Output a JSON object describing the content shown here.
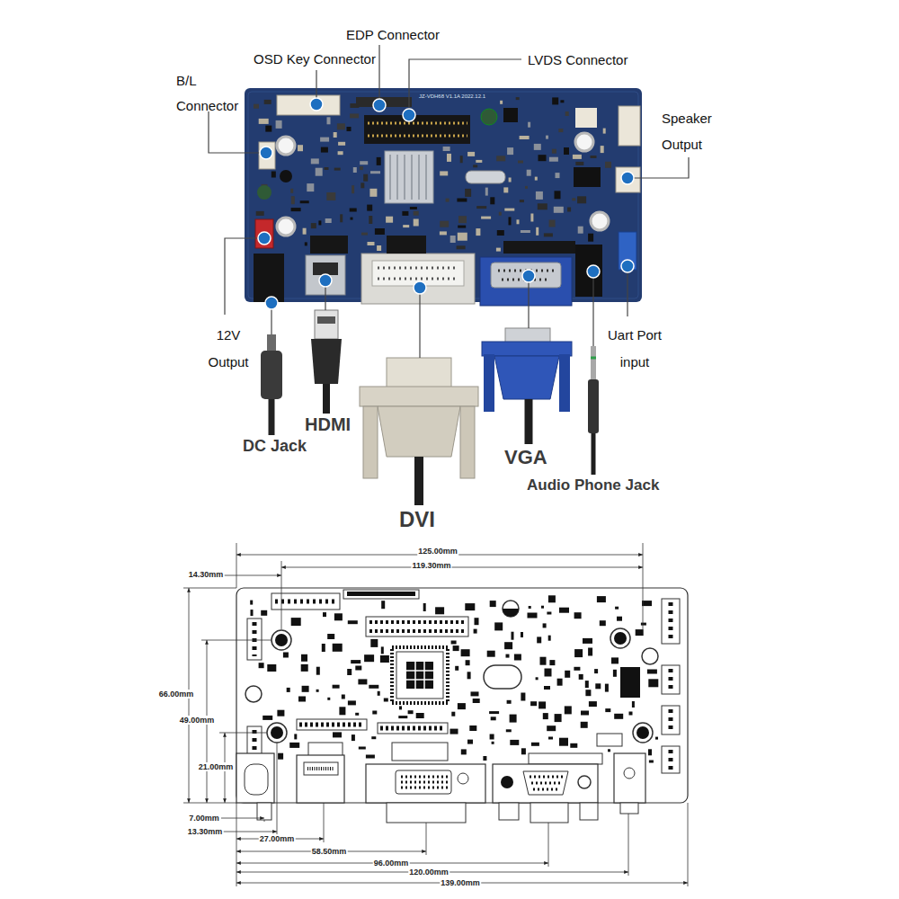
{
  "diagram": {
    "labels": [
      "EDP Connector",
      "OSD Key Connector",
      "LVDS Connector",
      "B/L Connector",
      "JZ-VDH68 V1.1A 2022.12.1",
      "Speaker Output",
      "12V Output",
      "Uart Port input",
      "HDMI",
      "DC Jack",
      "VGA",
      "Audio Phone Jack",
      "DVI",
      "125.00mm",
      "119.30mm",
      "14.30mm",
      "66.00mm",
      "49.00mm",
      "21.00mm",
      "7.00mm",
      "13.30mm",
      "27.00mm",
      "58.50mm",
      "96.00mm",
      "120.00mm",
      "139.00mm"
    ]
  }
}
